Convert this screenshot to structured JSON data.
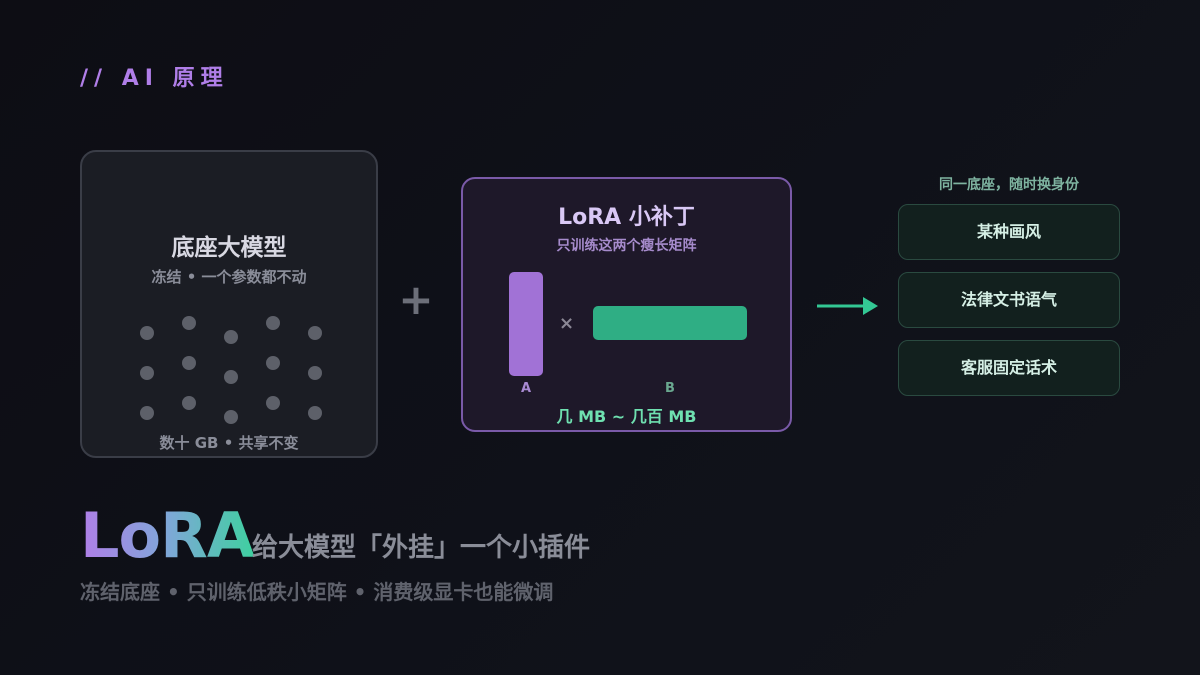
{
  "header": {
    "eyebrow": "// AI 原理"
  },
  "base_model": {
    "title": "底座大模型",
    "subtitle": "冻结 • 一个参数都不动",
    "footer": "数十 GB • 共享不变",
    "dot_color": "#5d6069"
  },
  "operator": {
    "plus": "+",
    "times": "×"
  },
  "lora_patch": {
    "title": "LoRA 小补丁",
    "subtitle": "只训练这两个瘦长矩阵",
    "matrix_a_label": "A",
    "matrix_b_label": "B",
    "size": "几 MB ~ 几百 MB",
    "matrix_a_color": "#a172d6",
    "matrix_b_color": "#2fae84"
  },
  "outputs": {
    "caption": "同一底座，随时换身份",
    "items": [
      "某种画风",
      "法律文书语气",
      "客服固定话术"
    ]
  },
  "hero": {
    "title": "LoRA",
    "tagline": "给大模型「外挂」一个小插件",
    "subline": "冻结底座 • 只训练低秩小矩阵 • 消费级显卡也能微调"
  },
  "colors": {
    "accent_purple": "#b07ee8",
    "accent_green": "#3fd0a0",
    "background": "#0f1119"
  }
}
